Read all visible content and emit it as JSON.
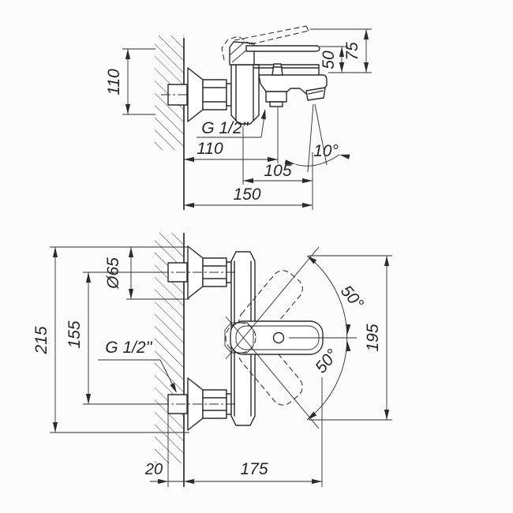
{
  "meta": {
    "background_color": "#fcfcfc",
    "ink_color": "#2b2b2b",
    "drawing_type": "technical dimension drawing, wall-mounted bath mixer, two views"
  },
  "side_view": {
    "mount_height": "110",
    "lever_height": "50",
    "lever_raised_height": "75",
    "thread": "G 1/2''",
    "wall_to_shower_outlet": "110",
    "spout_reach": "105",
    "total_reach": "150",
    "spout_angle": "10°"
  },
  "plan_view": {
    "flange_diameter": "Ø65",
    "inlet_spacing": "155",
    "overall_height": "215",
    "thread": "G 1/2''",
    "lever_swing_upper": "50°",
    "lever_swing_lower": "50°",
    "swing_span": "195",
    "wall_thickness": "20",
    "lever_reach": "175"
  }
}
